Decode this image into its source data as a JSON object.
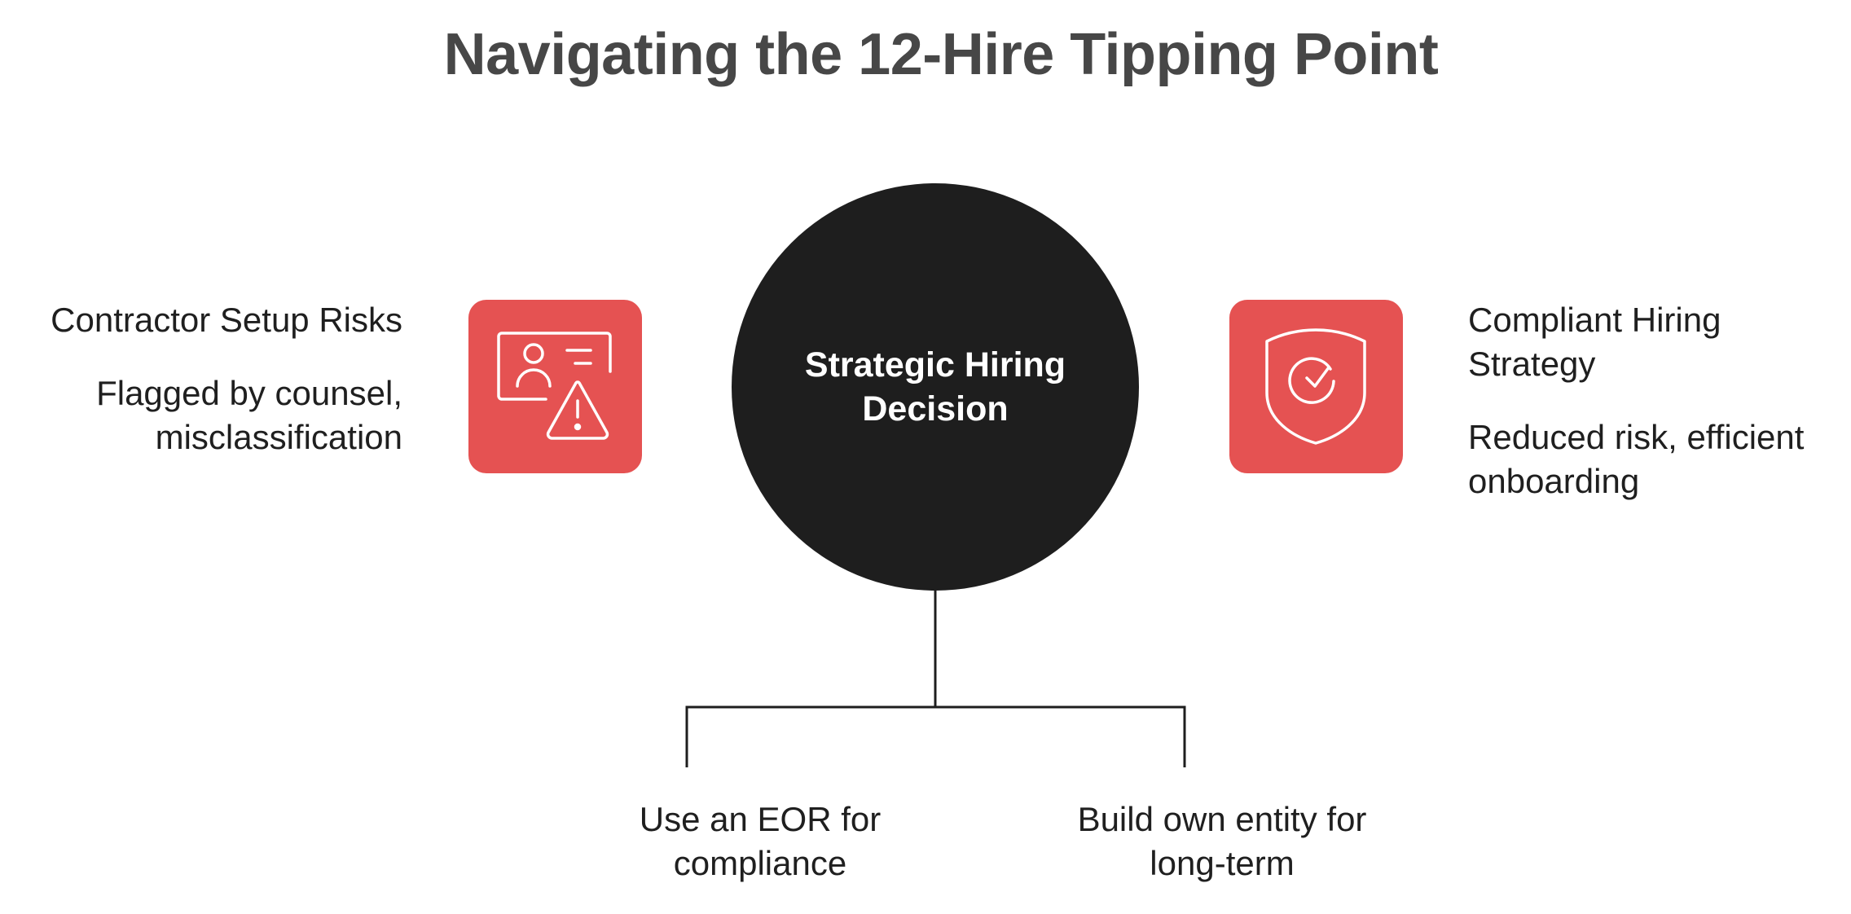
{
  "title": "Navigating the 12-Hire Tipping Point",
  "center": {
    "label": "Strategic Hiring Decision"
  },
  "left": {
    "heading": "Contractor Setup Risks",
    "description": "Flagged by counsel, misclassification",
    "icon": "id-card-warning-icon"
  },
  "right": {
    "heading": "Compliant Hiring Strategy",
    "description": "Reduced risk, efficient onboarding",
    "icon": "shield-check-icon"
  },
  "branches": [
    {
      "label": "Use an EOR for compliance"
    },
    {
      "label": "Build own entity for long-term"
    }
  ],
  "colors": {
    "accent": "#e55252",
    "circle": "#1e1e1e",
    "title": "#474747",
    "text": "#1f1f1f"
  }
}
